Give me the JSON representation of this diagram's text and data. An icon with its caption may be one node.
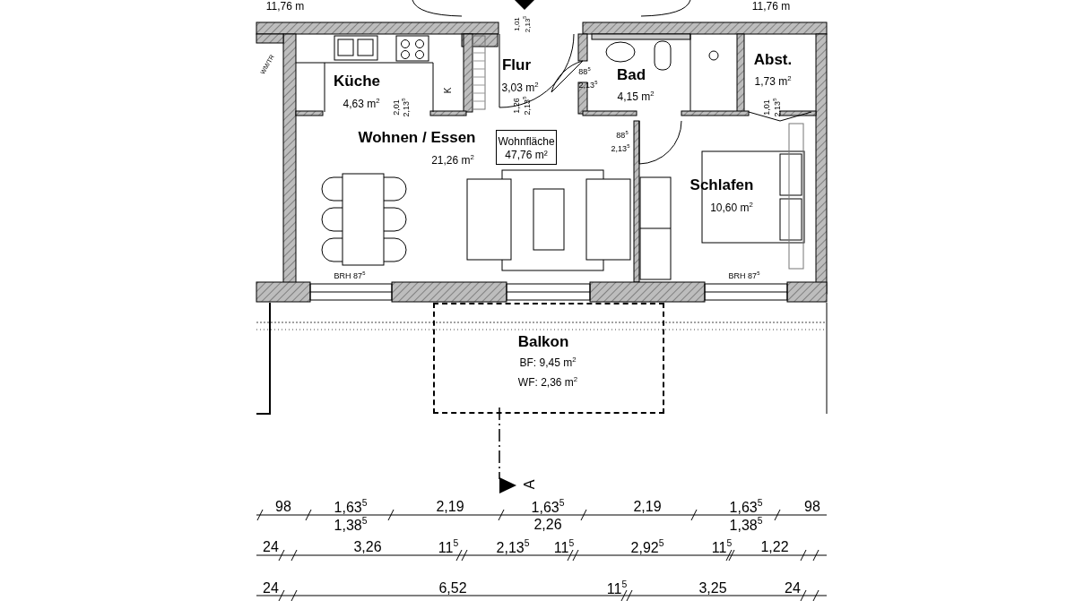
{
  "diagram": {
    "nodes": [
      {
        "text": [
          "Küche",
          "4,63 m$^{2}$"
        ]
      },
      {
        "text": [
          "Flur",
          "3,03 m$^{2}$"
        ]
      },
      {
        "text": [
          "Bad",
          "4,15 m$^{2}$"
        ]
      },
      {
        "text": [
          "Abst.",
          "1,73 m$^{2}$"
        ]
      },
      {
        "text": [
          "Wohnen / Essen",
          "21,26 m$^{2}$"
        ]
      },
      {
        "text": [
          "Wohnfläche",
          "47,76 m²"
        ],
        "in": 4
      },
      {
        "text": [
          "Schlafen",
          "10,60 m$^{2}$"
        ]
      },
      {
        "text": [
          "Balkon",
          "BF:  9,45 m$^{2}$",
          "WF: 2,36 m$^{2}$"
        ]
      }
    ],
    "labels": [
      "11,76 m",
      "11,76 m",
      "1,01",
      "2,13$^{5}$",
      "WM/TR",
      "88$^{5}$",
      "2,13$^{5}$",
      "K",
      "2,01",
      "2,13$^{5}$",
      "1,26",
      "2,13$^{5}$",
      "1,01",
      "2,13$^{5}$",
      "88$^{5}$",
      "2,13$^{5}$",
      "BRH 87$^{5}$",
      "BRH 87$^{5}$",
      "A",
      "98",
      "1,63$^{5}$",
      "2,19",
      "1,63$^{5}$",
      "2,19",
      "1,63$^{5}$",
      "98",
      "1,38$^{5}$",
      "2,26",
      "1,38$^{5}$",
      "24",
      "3,26",
      "11$^{5}$",
      "2,13$^{5}$",
      "11$^{5}$",
      "2,92$^{5}$",
      "11$^{5}$",
      "1,22",
      "24",
      "6,52",
      "11$^{5}$",
      "3,25",
      "24"
    ]
  }
}
